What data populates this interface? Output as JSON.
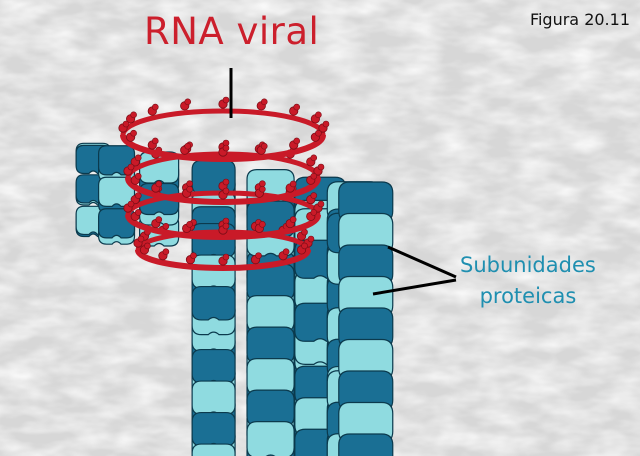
{
  "figure_label": "Figura 20.11",
  "title": "RNA viral",
  "protein_label": {
    "line1": "Subunidades",
    "line2": "proteicas"
  },
  "colors": {
    "rna": "#c91a28",
    "protein_dark": "#1a6f94",
    "protein_light": "#8fdbe0",
    "protein_label": "#1f8fb0",
    "background": "#dcdcdc"
  }
}
